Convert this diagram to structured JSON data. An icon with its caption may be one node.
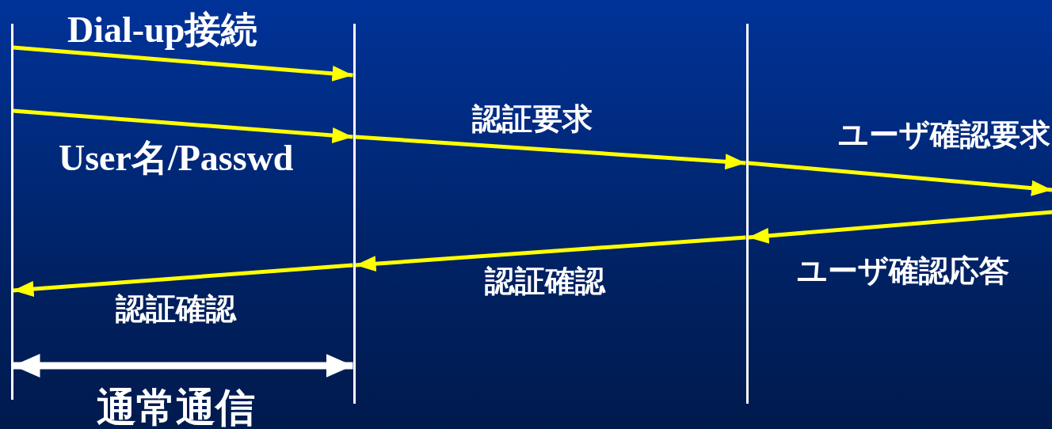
{
  "diagram": {
    "nodes": [
      {
        "text": [],
        "shape": "bar"
      },
      {
        "text": [],
        "shape": "bar"
      },
      {
        "text": [],
        "shape": "bar"
      }
    ],
    "edges": [
      {
        "from": 0,
        "to": 1,
        "arrow": "to",
        "label": "Dial-up接続"
      },
      {
        "from": 0,
        "to": 1,
        "arrow": "to",
        "label": "User名/Passwd"
      },
      {
        "from": 1,
        "to": 2,
        "arrow": "to",
        "label": "認証要求"
      },
      {
        "from": 2,
        "to": null,
        "arrow": "to",
        "label": "ユーザ確認要求"
      },
      {
        "from": null,
        "to": 2,
        "arrow": "to",
        "label": "ユーザ確認応答"
      },
      {
        "from": 2,
        "to": 1,
        "arrow": "to",
        "label": "認証確認"
      },
      {
        "from": 1,
        "to": 0,
        "arrow": "to",
        "label": "認証確認"
      },
      {
        "from": 0,
        "to": 1,
        "arrow": "both",
        "label": "通常通信",
        "style": "thick",
        "color": "#ffffff"
      }
    ]
  }
}
